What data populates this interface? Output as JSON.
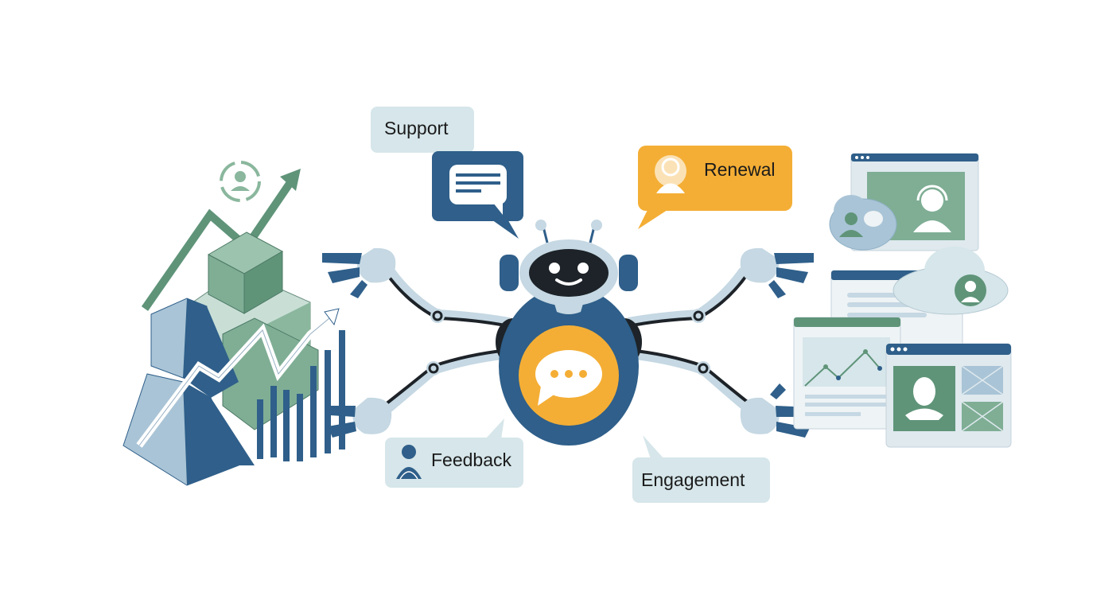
{
  "scene": {
    "description": "AI chatbot robot with four arms connecting customer success functions",
    "colors": {
      "navy": "#2f5f8a",
      "light_blue": "#c5d8e3",
      "pale_blue": "#d6e6ea",
      "green": "#5f9479",
      "light_green": "#8ab79d",
      "pale_green": "#c9dfd6",
      "orange": "#f4ae35",
      "dark": "#1d2328",
      "white": "#ffffff"
    }
  },
  "labels": {
    "support": "Support",
    "renewal": "Renewal",
    "feedback": "Feedback",
    "engagement": "Engagement"
  },
  "icons": {
    "support": "chat-lines-icon",
    "renewal": "user-icon",
    "feedback": "user-icon",
    "robot_chest": "chat-ellipsis-icon",
    "left_cluster": "growth-chart-icon",
    "right_cluster": "browser-windows-icon"
  }
}
